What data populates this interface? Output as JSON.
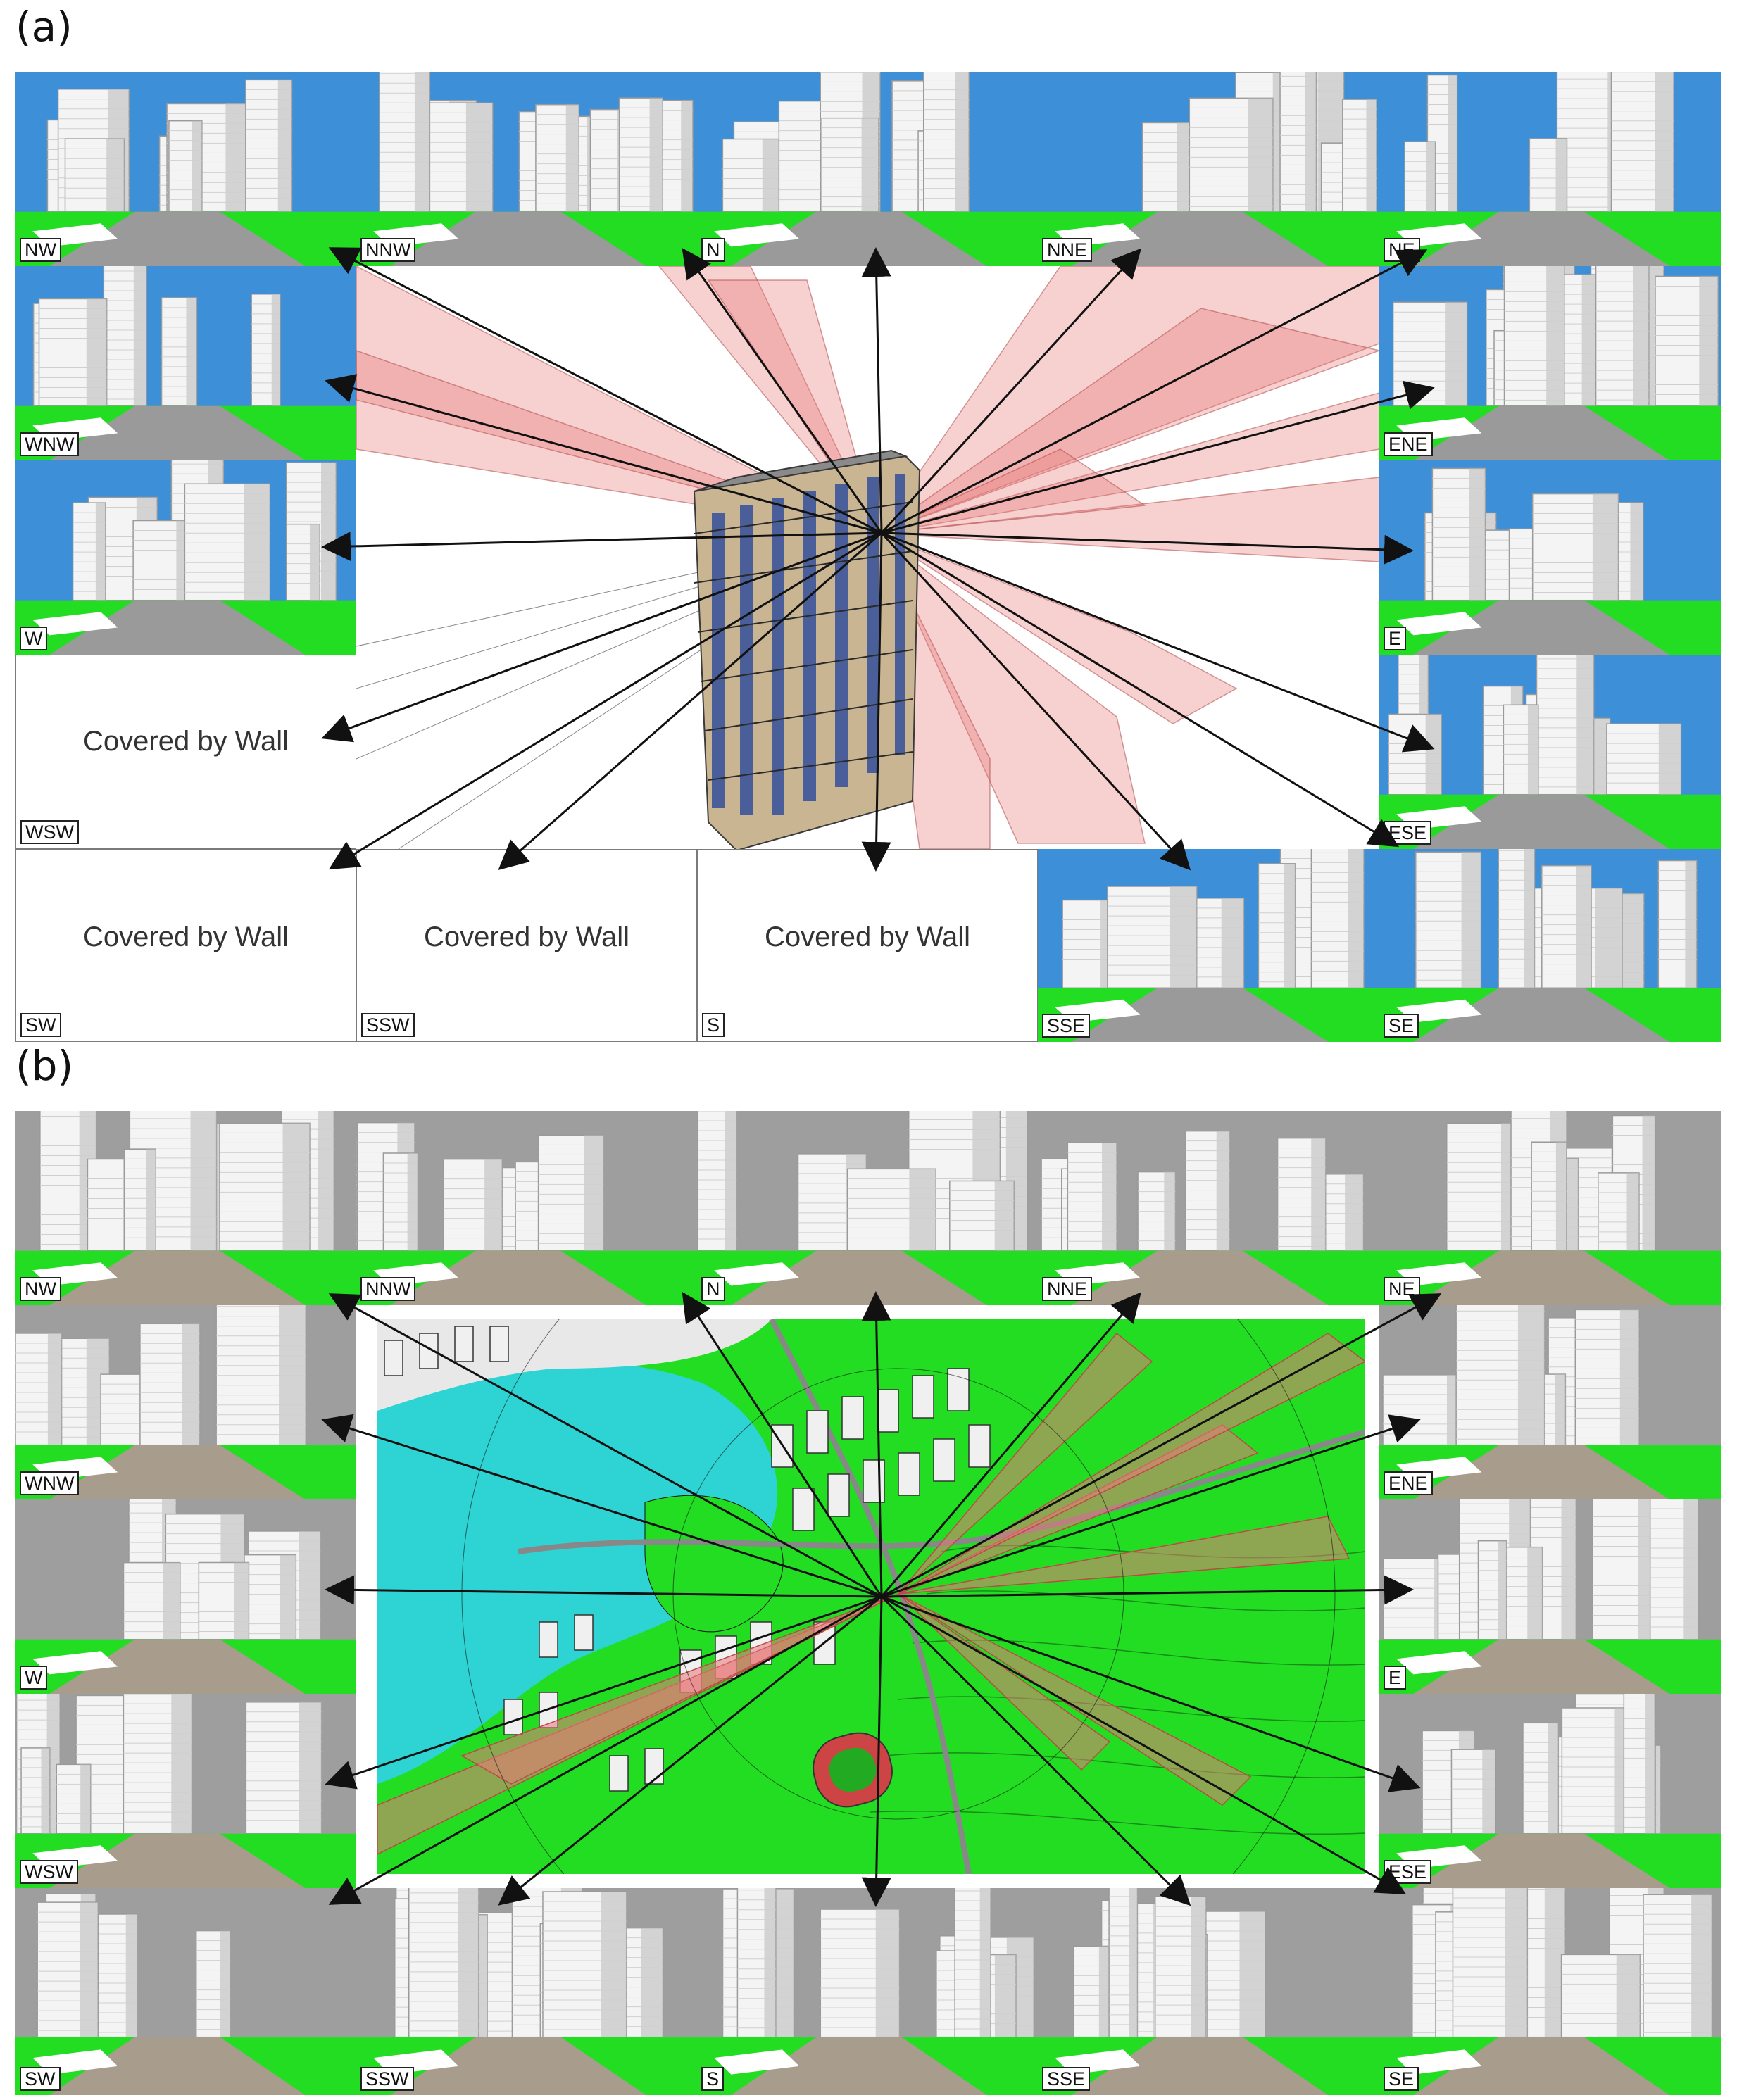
{
  "panel_a": {
    "label": "(a)",
    "directions": [
      "NW",
      "NNW",
      "N",
      "NNE",
      "NE",
      "WNW",
      "ENE",
      "W",
      "E",
      "WSW",
      "ESE",
      "SW",
      "SSW",
      "S",
      "SSE",
      "SE"
    ],
    "covered_text": "Covered by Wall",
    "covered_directions": [
      "WSW",
      "SW",
      "SSW",
      "S"
    ]
  },
  "panel_b": {
    "label": "(b)",
    "directions": [
      "NW",
      "NNW",
      "N",
      "NNE",
      "NE",
      "WNW",
      "ENE",
      "W",
      "E",
      "WSW",
      "ESE",
      "SW",
      "SSW",
      "S",
      "SSE",
      "SE"
    ]
  },
  "colors": {
    "sky": "#3d8fd8",
    "building": "#f4f4f4",
    "building_shadow": "#bdbdbd",
    "grass": "#22dd22",
    "road": "#9a9a9a",
    "water": "#2ed3d3",
    "sightline_fill": "#e87878",
    "facade": "#c9b592",
    "window": "#4a5f9a"
  }
}
